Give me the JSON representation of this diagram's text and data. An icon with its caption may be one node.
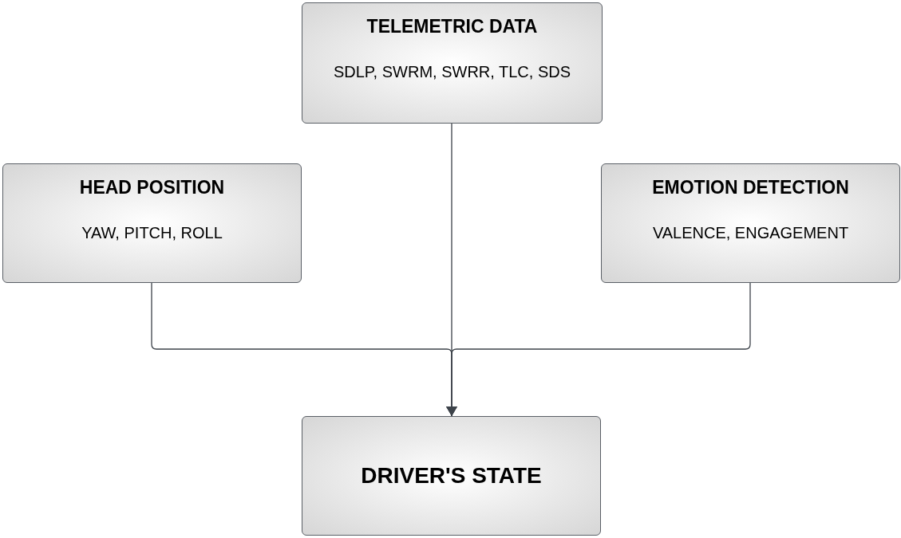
{
  "diagram": {
    "nodes": [
      {
        "text": [
          "TELEMETRIC DATA",
          "SDLP, SWRM, SWRR, TLC, SDS"
        ]
      },
      {
        "text": [
          "HEAD POSITION",
          "YAW, PITCH, ROLL"
        ]
      },
      {
        "text": [
          "EMOTION DETECTION",
          "VALENCE, ENGAGEMENT"
        ]
      },
      {
        "text": [
          "DRIVER'S STATE"
        ]
      }
    ],
    "edges": [
      {
        "from": 0,
        "to": 3,
        "arrow": "to"
      },
      {
        "from": 1,
        "to": 3,
        "arrow": "to"
      },
      {
        "from": 2,
        "to": 3,
        "arrow": "to"
      }
    ]
  }
}
